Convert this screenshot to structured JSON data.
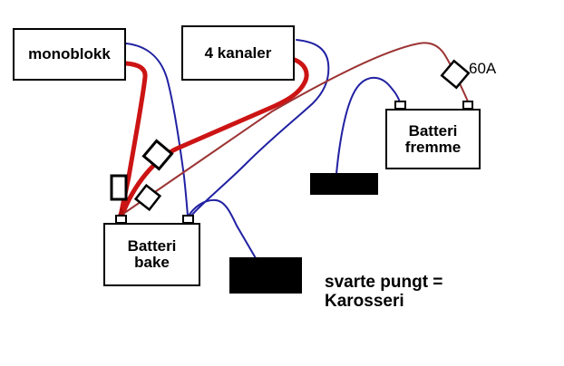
{
  "components": {
    "mono_amp": {
      "label": "monoblokk"
    },
    "four_channel_amp": {
      "label": "4 kanaler"
    },
    "battery_front": {
      "label": "Batteri\nfremme"
    },
    "battery_rear": {
      "label": "Batteri\nbake"
    },
    "main_fuse": {
      "label": "60A"
    }
  },
  "note": {
    "text": "svarte pungt =\nKarosseri"
  },
  "icons": {
    "fuse_diamond": "rotated-square fuse symbol",
    "fuse_rect": "inline fuse symbol",
    "ground_point": "black rectangle = chassis ground"
  },
  "colors": {
    "wire_red_thick": "#cc1414",
    "wire_red_thin": "#9c3434",
    "wire_blue": "#2121a3",
    "ground_point": "#000000",
    "outline": "#000000",
    "background": "#ffffff"
  }
}
